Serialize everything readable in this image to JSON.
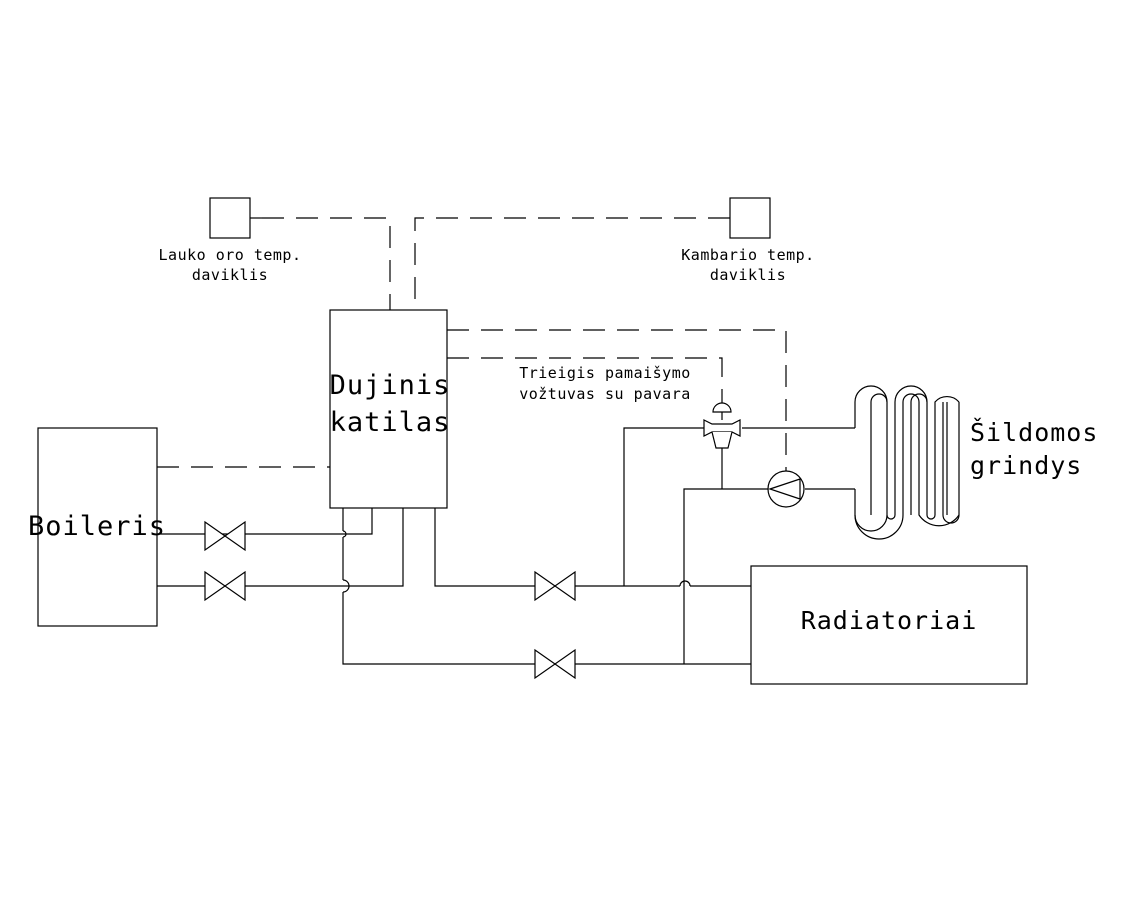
{
  "labels": {
    "outdoor_sensor_line1": "Lauko oro temp.",
    "outdoor_sensor_line2": "daviklis",
    "room_sensor_line1": "Kambario temp.",
    "room_sensor_line2": "daviklis",
    "boiler_line1": "Dujinis",
    "boiler_line2": "katilas",
    "mixing_valve_line1": "Trieigis pamaišymo",
    "mixing_valve_line2": "vožtuvas su pavara",
    "floor_heating_line1": "Šildomos",
    "floor_heating_line2": "grindys",
    "water_heater": "Boileris",
    "radiators": "Radiatoriai"
  },
  "colors": {
    "line": "#000000",
    "background": "#ffffff"
  }
}
